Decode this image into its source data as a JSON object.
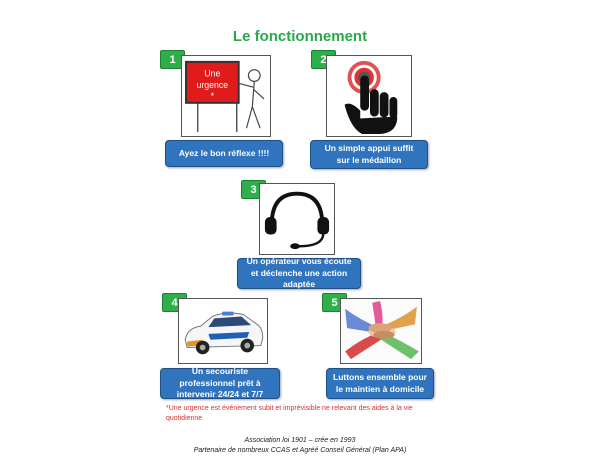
{
  "title": "Le fonctionnement",
  "steps": [
    {
      "number": "1",
      "image_text": "Une urgence",
      "image_mark": "*",
      "caption": "Ayez le bon réflexe !!!!",
      "icon": "emergency-sign-icon"
    },
    {
      "number": "2",
      "caption": "Un simple appui suffit sur le médaillon",
      "icon": "hand-press-button-icon"
    },
    {
      "number": "3",
      "caption": "Un opérateur vous écoute et déclenche une action adaptée",
      "icon": "headset-icon"
    },
    {
      "number": "4",
      "caption": "Un secouriste professionnel prêt à intervenir 24/24 et 7/7",
      "icon": "emergency-car-icon"
    },
    {
      "number": "5",
      "caption": "Luttons ensemble pour le maintien à domicile",
      "icon": "stacked-hands-icon"
    }
  ],
  "note": "*Une urgence est événement subit et imprévisible ne relevant des aides à la vie quotidienne",
  "footer": {
    "line1": "Association loi 1901 – crée en 1993",
    "line2": "Partenaire de nombreux CCAS et Agréé Conseil Général (Plan APA)"
  },
  "colors": {
    "title": "#2aa84a",
    "number_badge": "#2db04a",
    "caption_bg": "#2f74bd",
    "note": "#d9332e",
    "sign_red": "#e01b1b"
  }
}
